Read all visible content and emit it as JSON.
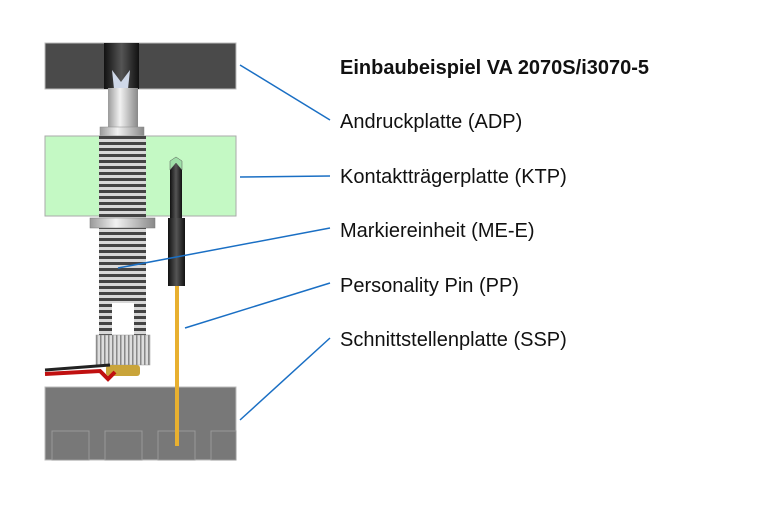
{
  "title": "Einbaubeispiel VA 2070S/i3070-5",
  "labels": [
    {
      "id": "adp",
      "text": "Andruckplatte (ADP)"
    },
    {
      "id": "ktp",
      "text": "Kontaktträgerplatte (KTP)"
    },
    {
      "id": "me",
      "text": "Markiereinheit (ME-E)"
    },
    {
      "id": "pp",
      "text": "Personality Pin (PP)"
    },
    {
      "id": "ssp",
      "text": "Schnittstellenplatte (SSP)"
    }
  ],
  "colors": {
    "leader": "#1a6fc4",
    "ktp": "#c4f9c4",
    "adp": "#4a4a4a",
    "ssp": "#787878",
    "pin": "#e8b030"
  }
}
